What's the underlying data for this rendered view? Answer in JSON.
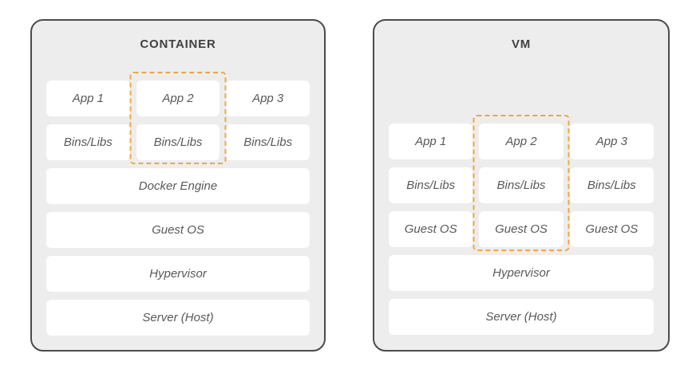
{
  "colors": {
    "highlight": "#F5A733",
    "panel_bg": "#EDEDEE",
    "panel_border": "#4B4B4D",
    "cell_bg": "#FFFFFF",
    "label_text": "#58595B",
    "title_text": "#414042",
    "page_bg": "#FFFFFF"
  },
  "panels": [
    {
      "id": "container",
      "title": "CONTAINER",
      "highlight_note": "dashed box around App 2 and its Bins/Libs",
      "rows": [
        {
          "cells": [
            "App 1",
            "App 2",
            "App 3"
          ]
        },
        {
          "cells": [
            "Bins/Libs",
            "Bins/Libs",
            "Bins/Libs"
          ]
        },
        {
          "cells": [
            "Docker Engine"
          ]
        },
        {
          "cells": [
            "Guest OS"
          ]
        },
        {
          "cells": [
            "Hypervisor"
          ]
        },
        {
          "cells": [
            "Server (Host)"
          ]
        }
      ]
    },
    {
      "id": "vm",
      "title": "VM",
      "highlight_note": "dashed box around App 2, its Bins/Libs and its Guest OS",
      "rows": [
        {
          "cells": [
            "App 1",
            "App 2",
            "App 3"
          ]
        },
        {
          "cells": [
            "Bins/Libs",
            "Bins/Libs",
            "Bins/Libs"
          ]
        },
        {
          "cells": [
            "Guest OS",
            "Guest OS",
            "Guest OS"
          ]
        },
        {
          "cells": [
            "Hypervisor"
          ]
        },
        {
          "cells": [
            "Server (Host)"
          ]
        }
      ]
    }
  ]
}
